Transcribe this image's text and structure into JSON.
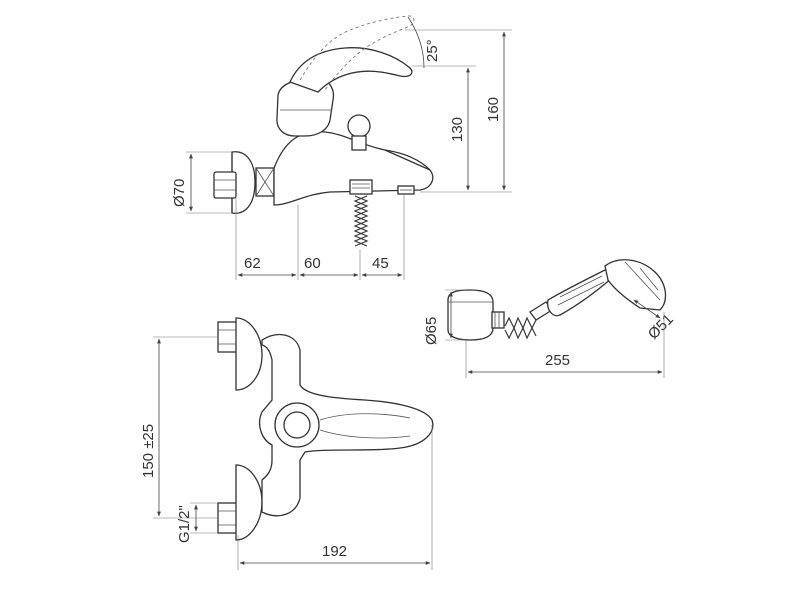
{
  "dimensions": {
    "angle": "25°",
    "h_130": "130",
    "h_160": "160",
    "dia_70": "Ø70",
    "w_62": "62",
    "w_60": "60",
    "w_45": "45",
    "dia_65": "Ø65",
    "dia_51": "Ø51",
    "len_255": "255",
    "center_150": "150 ±25",
    "thread": "G1/2\"",
    "width_192": "192"
  }
}
